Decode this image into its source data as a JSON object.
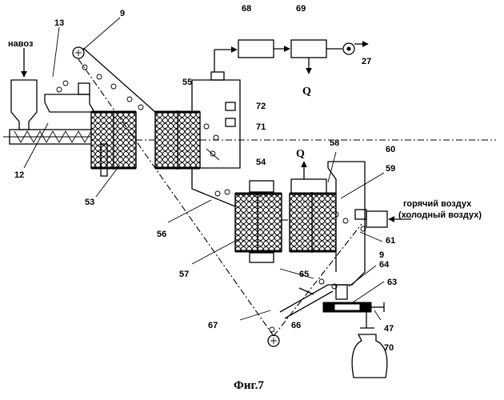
{
  "caption": "Фиг.7",
  "inputs": {
    "manure": "навоз",
    "air_line1": "горячий воздух",
    "air_line2": "(холодный воздух)"
  },
  "heat_outputs": [
    "Q",
    "Q"
  ],
  "labels": {
    "n9a": "9",
    "n13": "13",
    "n68": "68",
    "n69": "69",
    "n27": "27",
    "n55": "55",
    "n72": "72",
    "n71": "71",
    "n54": "54",
    "n12": "12",
    "n53": "53",
    "n58": "58",
    "n60": "60",
    "n59": "59",
    "n56": "56",
    "n61": "61",
    "n9b": "9",
    "n57": "57",
    "n65": "65",
    "n64": "64",
    "n63": "63",
    "n47": "47",
    "n66": "66",
    "n67": "67",
    "n70": "70"
  }
}
